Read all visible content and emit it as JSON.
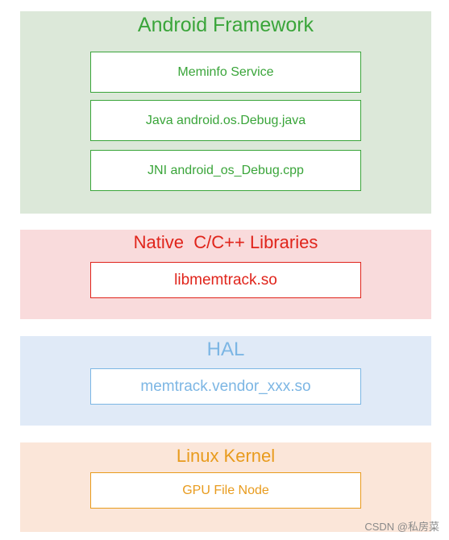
{
  "layers": {
    "android": {
      "title": "Android Framework",
      "color": "#3aa53a",
      "background": "#dce8d9",
      "boxes": [
        "Meminfo Service",
        "Java android.os.Debug.java",
        "JNI android_os_Debug.cpp"
      ]
    },
    "native": {
      "title": "Native  C/C++ Libraries",
      "color": "#e0241b",
      "background": "#f9dbdc",
      "boxes": [
        "libmemtrack.so"
      ]
    },
    "hal": {
      "title": "HAL",
      "color": "#7cb6e4",
      "background": "#e0eaf7",
      "boxes": [
        "memtrack.vendor_xxx.so"
      ]
    },
    "kernel": {
      "title": "Linux Kernel",
      "color": "#e89b1d",
      "background": "#fbe6d9",
      "boxes": [
        "GPU File Node"
      ]
    }
  },
  "watermark": "CSDN @私房菜"
}
